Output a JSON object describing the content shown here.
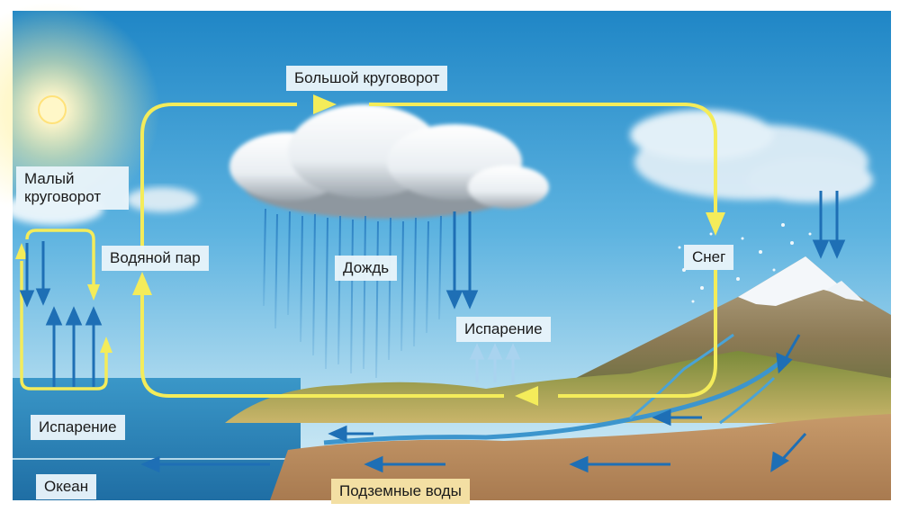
{
  "labels": {
    "big_cycle": "Большой круговорот",
    "small_cycle_line1": "Малый",
    "small_cycle_line2": "круговорот",
    "water_vapor": "Водяной пар",
    "rain": "Дождь",
    "snow": "Снег",
    "evaporation_land": "Испарение",
    "evaporation_ocean": "Испарение",
    "ocean": "Океан",
    "groundwater": "Подземные воды"
  },
  "colors": {
    "cycle_arrow": "#f4ec5a",
    "water_arrow": "#1e6fb5",
    "sky_top": "#1f86c6",
    "sea": "#2a87b9",
    "label_bg": "#e8f4fa",
    "ground_label_bg": "#f3dfa3"
  }
}
